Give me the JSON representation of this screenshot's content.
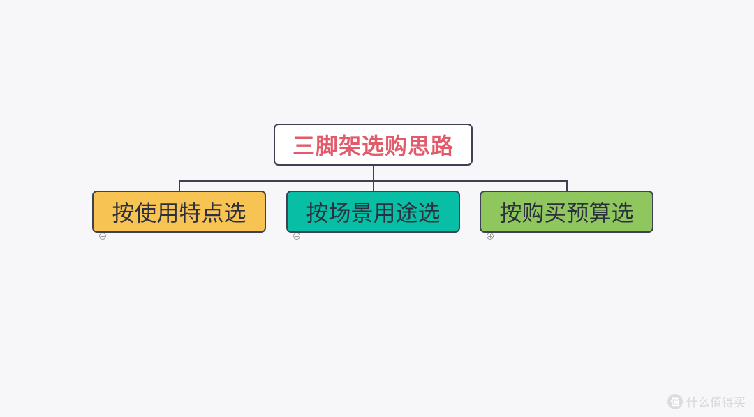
{
  "diagram": {
    "type": "mind-map",
    "root": {
      "label": "三脚架选购思路",
      "text_color": "#e35b6b",
      "fill": "#ffffff"
    },
    "children": [
      {
        "label": "按使用特点选",
        "fill": "#f7c453"
      },
      {
        "label": "按场景用途选",
        "fill": "#08bfa6"
      },
      {
        "label": "按购买预算选",
        "fill": "#8fc75e"
      }
    ],
    "border_color": "#3d4152",
    "expand_icon": "circle-plus-icon"
  },
  "watermark": {
    "logo": "值",
    "text": "什么值得买"
  }
}
